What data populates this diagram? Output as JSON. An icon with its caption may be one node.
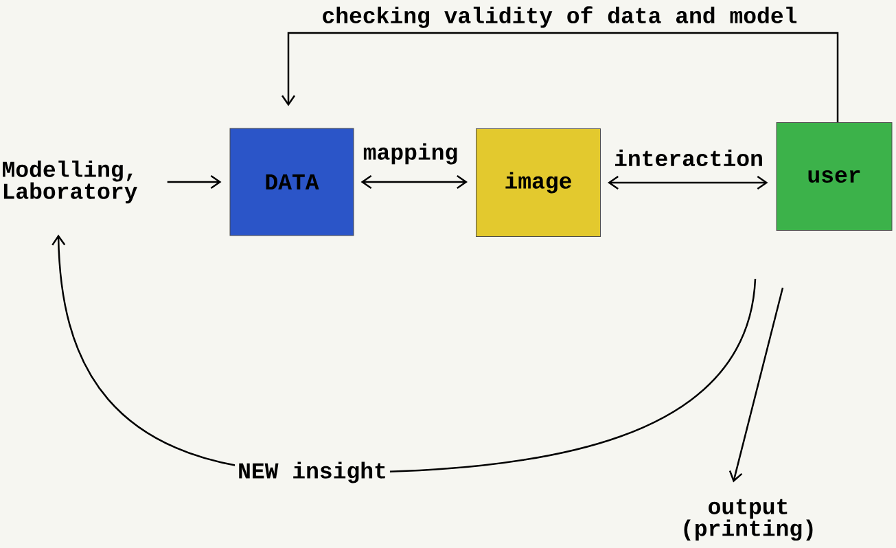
{
  "diagram": {
    "nodes": [
      {
        "text": [
          "Modelling, Laboratory"
        ]
      },
      {
        "text": [
          "DATA"
        ]
      },
      {
        "text": [
          "image"
        ]
      },
      {
        "text": [
          "user"
        ]
      },
      {
        "text": [
          "output (printing)"
        ]
      }
    ],
    "edges": [
      {
        "from": 0,
        "to": 1,
        "arrow": "to"
      },
      {
        "from": 1,
        "to": 2,
        "arrow": "both",
        "label": "mapping"
      },
      {
        "from": 2,
        "to": 3,
        "arrow": "both",
        "label": "interaction"
      },
      {
        "from": 3,
        "to": 1,
        "arrow": "to",
        "label": "checking validity of data and model"
      },
      {
        "from": 3,
        "to": 0,
        "arrow": "to",
        "label": "NEW insight"
      },
      {
        "from": 3,
        "to": 4,
        "arrow": "to"
      }
    ]
  }
}
